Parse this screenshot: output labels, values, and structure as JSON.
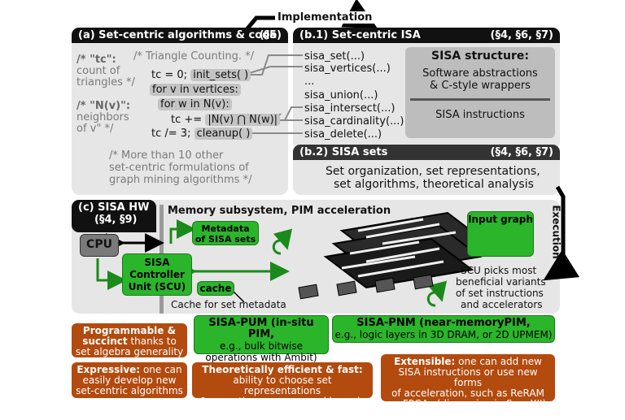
{
  "top_arrow_label": "Implementation",
  "exec_arrow_label": "Execution",
  "panel_a": {
    "title": "(a) Set-centric algorithms & code",
    "ref": "(§5)",
    "tc_comment_name": "/* \"tc\":",
    "tc_comment_desc1": "count of",
    "tc_comment_desc2": "triangles */",
    "nv_comment_name": "/* \"N(v)\":",
    "nv_comment_desc1": "neighbors",
    "nv_comment_desc2": "of v\" */",
    "code_comment": "/* Triangle Counting. */",
    "line1_pre": "tc = 0;",
    "line1_call": "init_sets( )",
    "line2": "for v in vertices:",
    "line3": "for w in N(v):",
    "line4_pre": "tc +=",
    "line4_expr": "|N(v) ⋂ N(w)|",
    "line5_pre": "tc /= 3;",
    "line5_call": "cleanup( )",
    "footer1": "/* More than 10 other",
    "footer2": "set-centric formulations of",
    "footer3": "graph mining algorithms */"
  },
  "panel_b1": {
    "title": "(b.1) Set-centric ISA",
    "ref": "(§4, §6, §7)",
    "instructions": [
      "sisa_set(...)",
      "sisa_vertices(...)",
      "...",
      "sisa_union(...)",
      "sisa_intersect(...)",
      "sisa_cardinality(...)",
      "sisa_delete(...)"
    ],
    "structure_title": "SISA structure:",
    "structure_line1": "Software abstractions",
    "structure_line2": "& C-style wrappers",
    "structure_line3": "SISA instructions"
  },
  "panel_b2": {
    "title": "(b.2) SISA sets",
    "ref": "(§4, §6, §7)",
    "line1": "Set organization, set representations,",
    "line2": "set algorithms, theoretical analysis"
  },
  "panel_c": {
    "title": "(c) SISA HW",
    "ref": "(§4, §9)",
    "memory_label": "Memory subsystem, PIM acceleration",
    "cpu": "CPU",
    "metadata1": "Metadata",
    "metadata2": "of SISA sets",
    "scu1": "SISA",
    "scu2": "Controller",
    "scu3": "Unit (SCU)",
    "cache": "cache",
    "cache_label": "Cache for set metadata",
    "input_graph": "Input graph",
    "scu_note1": "SCU picks most",
    "scu_note2": "beneficial variants",
    "scu_note3": "of set instructions",
    "scu_note4": "and accelerators"
  },
  "pum": {
    "title": "SISA-PUM (in-situ PIM,",
    "line2": "e.g., bulk bitwise",
    "line3": "operations with Ambit)"
  },
  "pnm": {
    "title": "SISA-PNM (near-memoryPIM,",
    "line2": "e.g., logic layers in 3D DRAM, or 2D UPMEM)"
  },
  "features": {
    "programmable_bold1": "Programmable &",
    "programmable_bold2": "succinct",
    "programmable_rest1": "thanks to",
    "programmable_rest2": "set algebra generality",
    "expressive_bold": "Expressive:",
    "expressive_rest1": "one can",
    "expressive_rest2": "easily develop new",
    "expressive_rest3": "set-centric algorithms",
    "efficient_bold": "Theoretically efficient & fast:",
    "efficient_rest1": "ability to choose set representations",
    "efficient_rest2": "& operations ensure good bounds",
    "extensible_bold": "Extensible:",
    "extensible_rest1": "one can add new",
    "extensible_rest2": "SISA instructions or use new forms",
    "extensible_rest3": "of acceleration, such as ReRAM",
    "extensible_rest4": "or FPGAs (discussion in Sec. XII)"
  },
  "colors": {
    "green": "#2bb52b",
    "brown": "#b34a0e",
    "panel": "#e6e6e6",
    "header": "#111111"
  }
}
